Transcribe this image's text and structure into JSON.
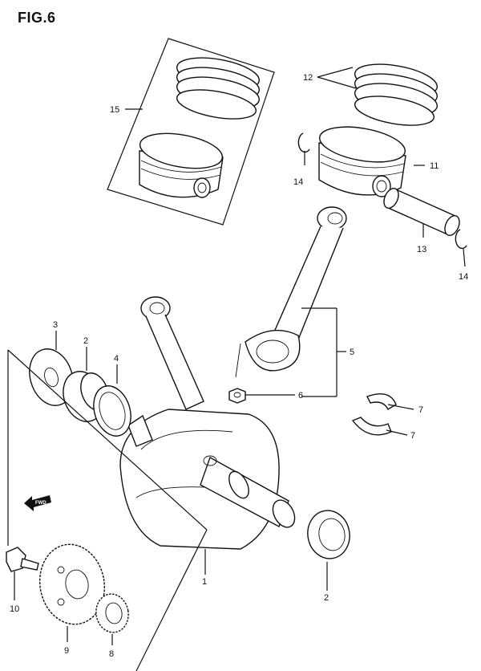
{
  "figure": {
    "title": "FIG.6"
  },
  "callouts": {
    "c1": "1",
    "c2a": "2",
    "c2b": "2",
    "c3": "3",
    "c4": "4",
    "c5": "5",
    "c6": "6",
    "c7a": "7",
    "c7b": "7",
    "c8": "8",
    "c9": "9",
    "c10": "10",
    "c11": "11",
    "c12": "12",
    "c13": "13",
    "c14a": "14",
    "c14b": "14",
    "c15": "15"
  },
  "fwd_arrow": {
    "label": "FWD"
  }
}
